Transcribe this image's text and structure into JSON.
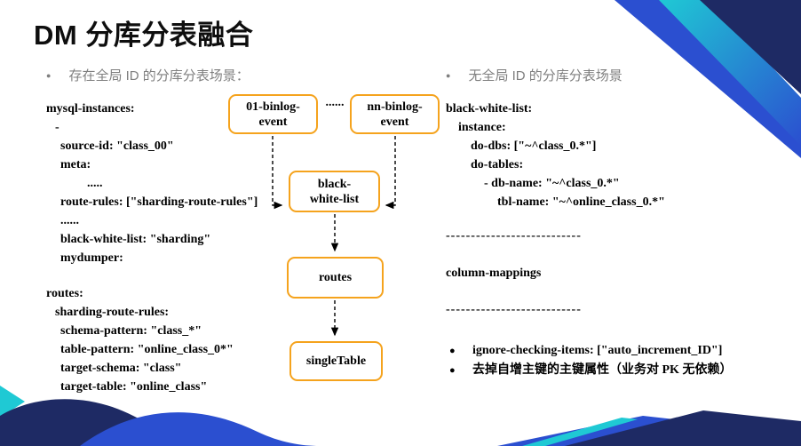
{
  "title": "DM 分库分表融合",
  "left": {
    "heading": "存在全局 ID 的分库分表场景：",
    "config_lines": [
      {
        "text": "mysql-instances:",
        "indent": 0
      },
      {
        "text": "-",
        "indent": 1
      },
      {
        "text": "source-id: \"class_00\"",
        "indent": 2
      },
      {
        "text": "meta:",
        "indent": 2
      },
      {
        "text": ".....",
        "indent": 4
      },
      {
        "text": "route-rules: [\"sharding-route-rules\"]",
        "indent": 2
      },
      {
        "text": "......",
        "indent": 2
      },
      {
        "text": "black-white-list:  \"sharding\"",
        "indent": 2
      },
      {
        "text": "mydumper:",
        "indent": 2
      }
    ],
    "routes_lines": [
      {
        "text": "routes:",
        "indent": 0
      },
      {
        "text": "sharding-route-rules:",
        "indent": 1
      },
      {
        "text": "schema-pattern: \"class_*\"",
        "indent": 2
      },
      {
        "text": "table-pattern: \"online_class_0*\"",
        "indent": 2
      },
      {
        "text": "target-schema: \"class\"",
        "indent": 2
      },
      {
        "text": "target-table: \"online_class\"",
        "indent": 2
      }
    ]
  },
  "diagram": {
    "node_binlog_01": "01-binlog-\nevent",
    "dots": "......",
    "node_binlog_nn": "nn-binlog-\nevent",
    "node_black_white_list": "black-\nwhite-list",
    "node_routes": "routes",
    "node_single_table": "singleTable"
  },
  "right": {
    "heading": "无全局 ID 的分库分表场景",
    "config_lines": [
      {
        "text": "black-white-list:",
        "indent": 0
      },
      {
        "text": "instance:",
        "indent": 1
      },
      {
        "text": "do-dbs: [\"~^class_0.*\"]",
        "indent": 2
      },
      {
        "text": "do-tables:",
        "indent": 2
      },
      {
        "text": "- db-name: \"~^class_0.*\"",
        "indent": 3
      },
      {
        "text": "tbl-name: \"~^online_class_0.*\"",
        "indent": 4
      }
    ],
    "divider1": "---------------------------",
    "column_mappings_label": "column-mappings",
    "divider2": "---------------------------",
    "bullets": [
      "ignore-checking-items: [\"auto_increment_ID\"]",
      "去掉自增主键的主键属性（业务对 PK 无依赖）"
    ]
  },
  "colors": {
    "accent_orange": "#F5A31D",
    "navy": "#1E2A64",
    "blue": "#2B4FD0",
    "teal": "#1FC9D4",
    "muted_text": "#7F7F7F",
    "arrow": "#000000"
  }
}
